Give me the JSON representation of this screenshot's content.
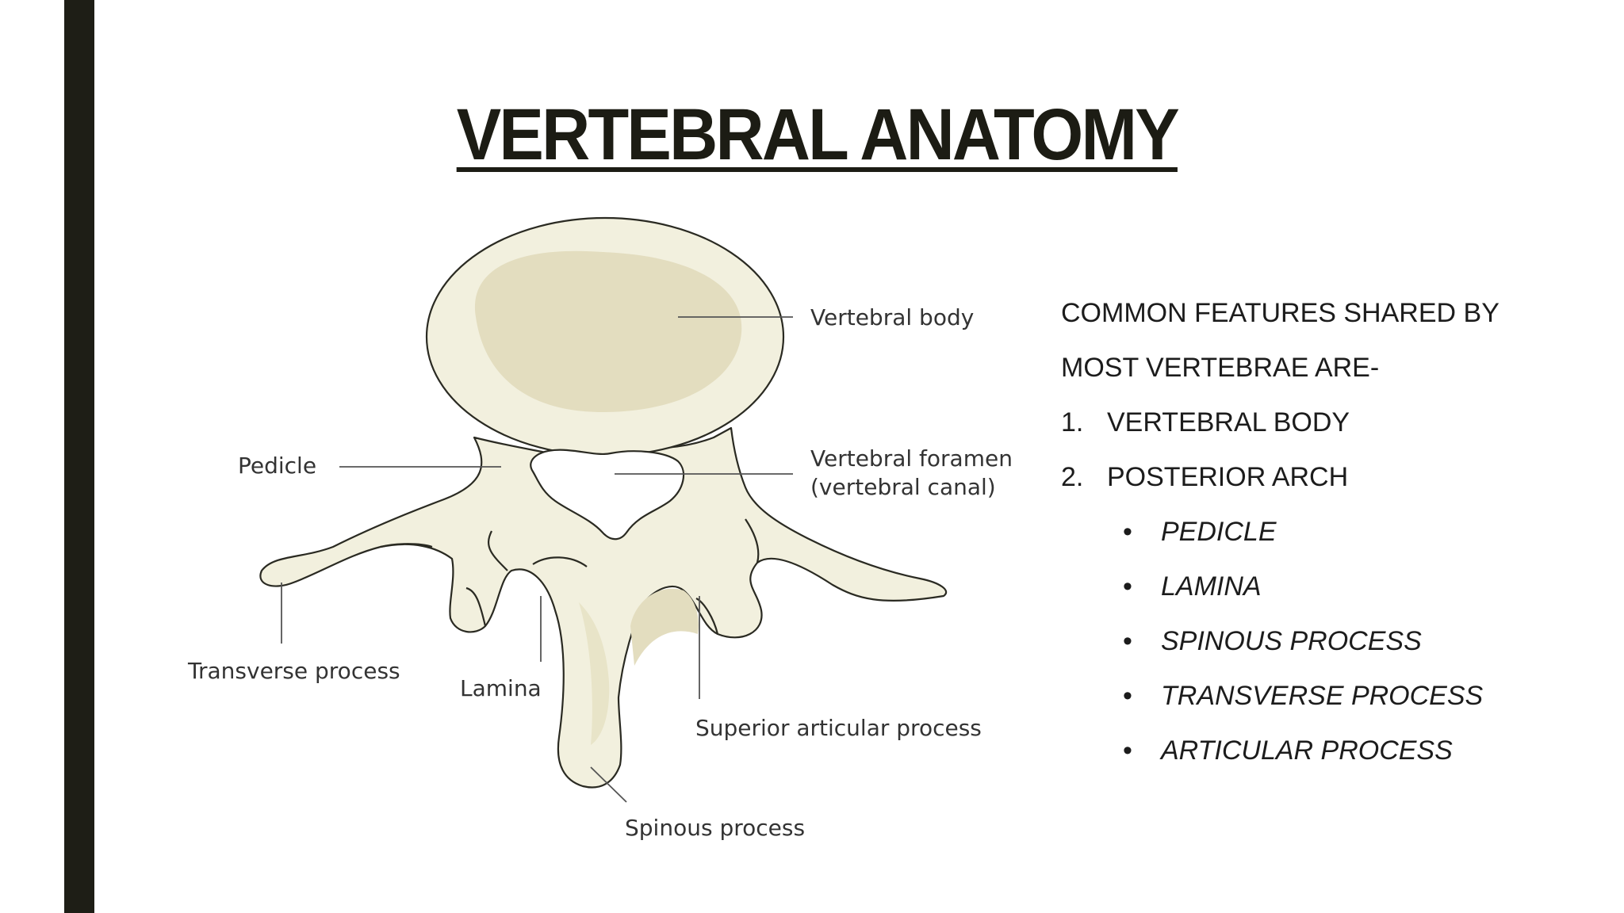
{
  "slide": {
    "title": "VERTEBRAL ANATOMY"
  },
  "diagram": {
    "labels": {
      "vertebral_body": "Vertebral body",
      "pedicle": "Pedicle",
      "vertebral_foramen_line1": "Vertebral foramen",
      "vertebral_foramen_line2": "(vertebral canal)",
      "transverse_process": "Transverse process",
      "lamina": "Lamina",
      "superior_articular_process": "Superior articular process",
      "spinous_process": "Spinous process"
    },
    "colors": {
      "bone": "#f2f0de",
      "bone_shade": "#e3ddbf",
      "outline": "#2a2a22"
    }
  },
  "features": {
    "intro_line1": "COMMON FEATURES SHARED BY",
    "intro_line2": "MOST VERTEBRAE ARE-",
    "numbered": [
      {
        "number": "1.",
        "text": "VERTEBRAL BODY"
      },
      {
        "number": "2.",
        "text": "POSTERIOR ARCH"
      }
    ],
    "bullets": [
      {
        "bullet": "•",
        "text": "PEDICLE"
      },
      {
        "bullet": "•",
        "text": "LAMINA"
      },
      {
        "bullet": "•",
        "text": "SPINOUS PROCESS"
      },
      {
        "bullet": "•",
        "text": "TRANSVERSE PROCESS"
      },
      {
        "bullet": "•",
        "text": "ARTICULAR PROCESS"
      }
    ]
  },
  "theme": {
    "left_bar_color": "#1e1e16",
    "background": "#ffffff"
  }
}
